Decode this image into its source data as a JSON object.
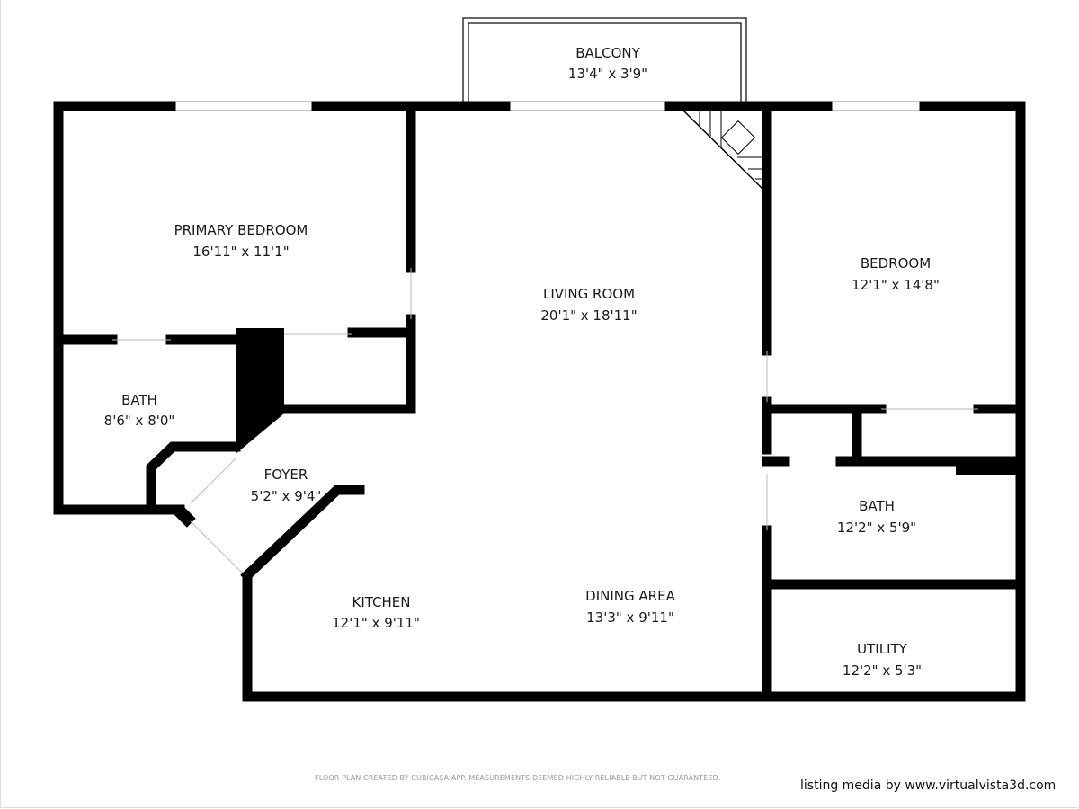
{
  "rooms": {
    "balcony": {
      "name": "BALCONY",
      "dims": "13'4\" x 3'9\""
    },
    "primary_bedroom": {
      "name": "PRIMARY BEDROOM",
      "dims": "16'11\" x 11'1\""
    },
    "living_room": {
      "name": "LIVING ROOM",
      "dims": "20'1\" x 18'11\""
    },
    "bedroom": {
      "name": "BEDROOM",
      "dims": "12'1\" x 14'8\""
    },
    "bath_1": {
      "name": "BATH",
      "dims": "8'6\" x 8'0\""
    },
    "foyer": {
      "name": "FOYER",
      "dims": "5'2\" x 9'4\""
    },
    "bath_2": {
      "name": "BATH",
      "dims": "12'2\" x 5'9\""
    },
    "kitchen": {
      "name": "KITCHEN",
      "dims": "12'1\" x 9'11\""
    },
    "dining_area": {
      "name": "DINING AREA",
      "dims": "13'3\" x 9'11\""
    },
    "utility": {
      "name": "UTILITY",
      "dims": "12'2\" x 5'3\""
    }
  },
  "footer": {
    "disclaimer": "FLOOR PLAN CREATED BY CUBICASA APP. MEASUREMENTS DEEMED HIGHLY RELIABLE BUT NOT GUARANTEED.",
    "credit": "listing media by www.virtualvista3d.com"
  }
}
